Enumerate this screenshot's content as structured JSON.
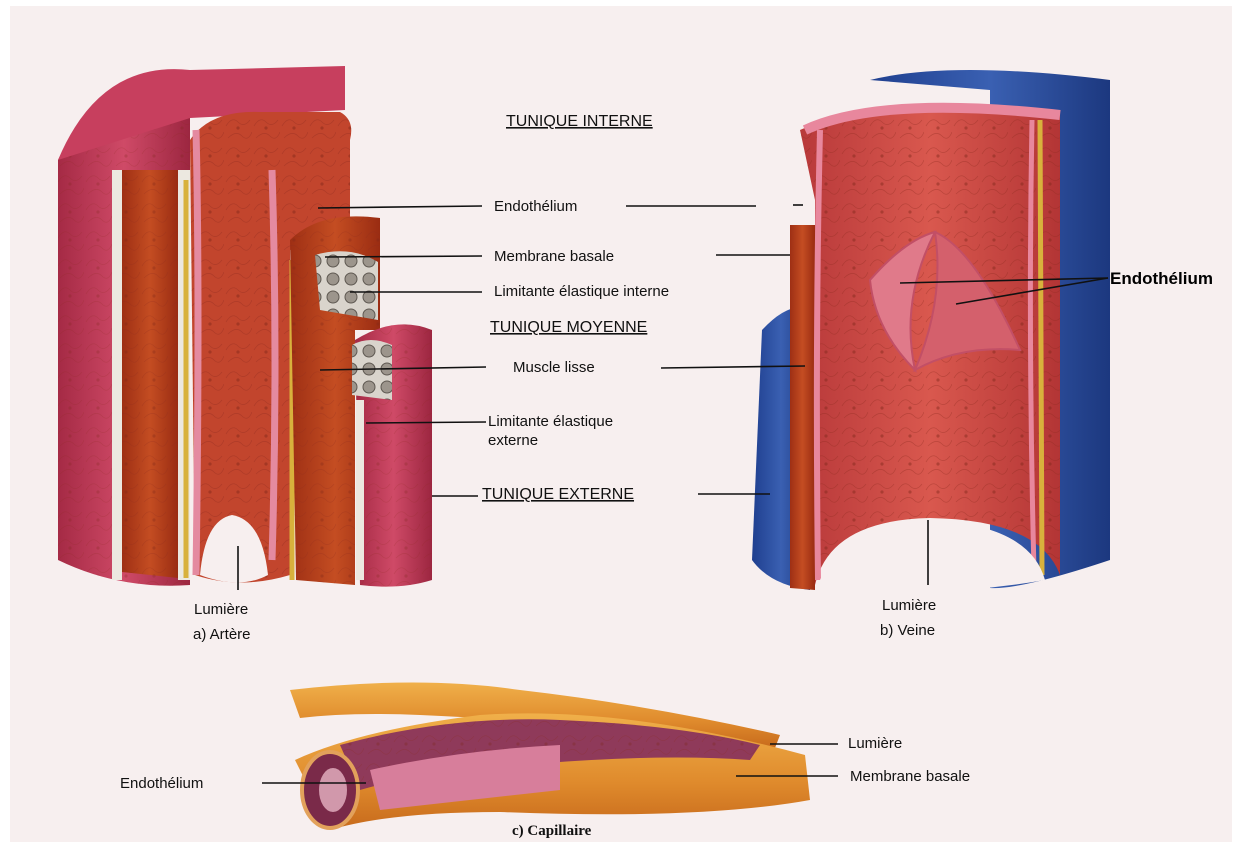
{
  "headings": {
    "interne": "TUNIQUE INTERNE",
    "moyenne": "TUNIQUE MOYENNE",
    "externe": "TUNIQUE EXTERNE"
  },
  "artery_labels": {
    "endothelium": "Endothélium",
    "membrane_basale": "Membrane basale",
    "limitante_interne": "Limitante élastique interne",
    "muscle_lisse": "Muscle lisse",
    "limitante_externe_1": "Limitante élastique",
    "limitante_externe_2": "externe"
  },
  "vein_labels": {
    "valve_endothelium": "Endothélium"
  },
  "captions": {
    "artery_lumen": "Lumière",
    "artery_title": "a) Artère",
    "vein_lumen": "Lumière",
    "vein_title": "b) Veine",
    "capillary_title": "c) Capillaire"
  },
  "capillary_labels": {
    "lumiere": "Lumière",
    "membrane_basale": "Membrane basale",
    "endothelium": "Endothélium"
  },
  "colors": {
    "muscle": "#b8431c",
    "adventitia": "#c03a55",
    "intima": "#d8748a",
    "elastic": "#e8e4dc",
    "vein_outer": "#2e4f9c",
    "capillary": "#e39a3a"
  }
}
